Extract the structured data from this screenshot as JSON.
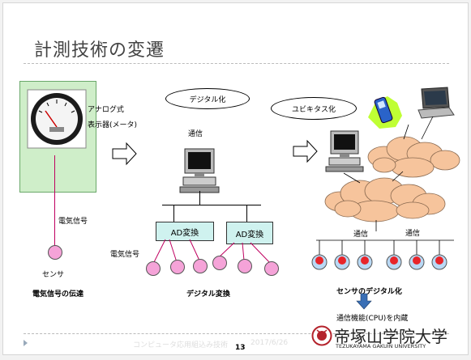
{
  "slide": {
    "title": "計測技術の変遷",
    "page_number": "13",
    "footer_course": "コンピュータ応用組込み技術",
    "footer_date": "2017/6/26"
  },
  "left": {
    "meter_label_line1": "アナログ式",
    "meter_label_line2": "表示器(メータ)",
    "signal_label": "電気信号",
    "sensor_label": "センサ",
    "caption": "電気信号の伝達"
  },
  "middle": {
    "bubble": "デジタル化",
    "comm_label": "通信",
    "ad_box1": "AD変換",
    "ad_box2": "AD変換",
    "signal_label": "電気信号",
    "caption": "デジタル変換"
  },
  "right": {
    "bubble": "ユビキタス化",
    "comm_label1": "通信",
    "comm_label2": "通信",
    "caption": "センサのデジタル化",
    "note": "通信機能(CPU)を内蔵"
  },
  "logo": {
    "name_jp": "帝塚山学院大学",
    "name_en": "TEZUKAYAMA GAKUIN UNIVERSITY"
  },
  "colors": {
    "green_panel": "#cfeec9",
    "sensor_pink": "#f5a3d8",
    "sensor_blue": "#b9d9f5",
    "sensor_red": "#e8252a",
    "ad_box": "#cff2ef",
    "cloud": "#f6c49c",
    "logo_red": "#b4232c"
  }
}
